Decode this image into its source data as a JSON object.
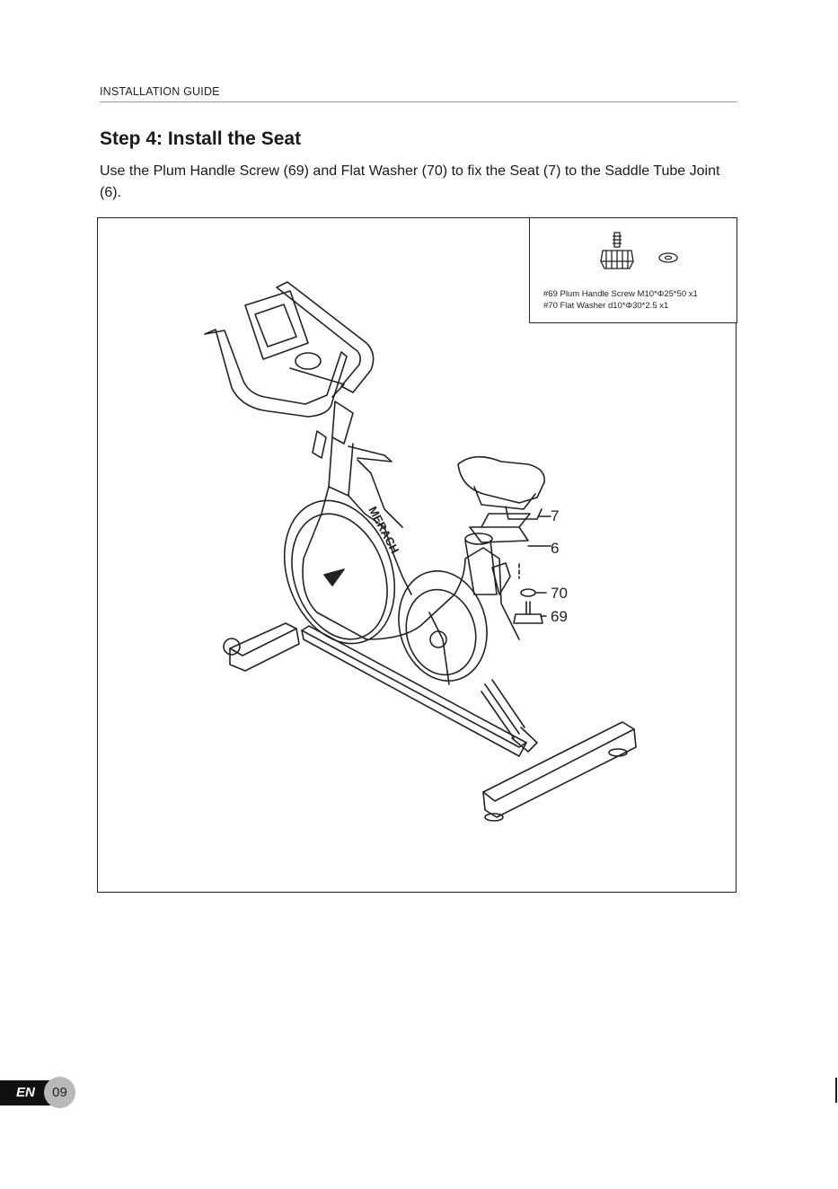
{
  "header": {
    "section_label": "INSTALLATION GUIDE"
  },
  "step": {
    "title": "Step 4: Install the Seat",
    "body": "Use the Plum Handle Screw (69) and Flat Washer (70) to fix the Seat (7) to the Saddle Tube Joint (6)."
  },
  "parts": {
    "items": [
      {
        "label": "#69 Plum Handle Screw M10*Φ25*50 x1",
        "icon": "plum-handle-screw-icon"
      },
      {
        "label": "#70 Flat Washer d10*Φ30*2.5 x1",
        "icon": "flat-washer-icon"
      }
    ]
  },
  "figure": {
    "brand": "MERACH",
    "callouts": [
      "7",
      "6",
      "70",
      "69"
    ]
  },
  "footer": {
    "language": "EN",
    "page_number": "09"
  }
}
